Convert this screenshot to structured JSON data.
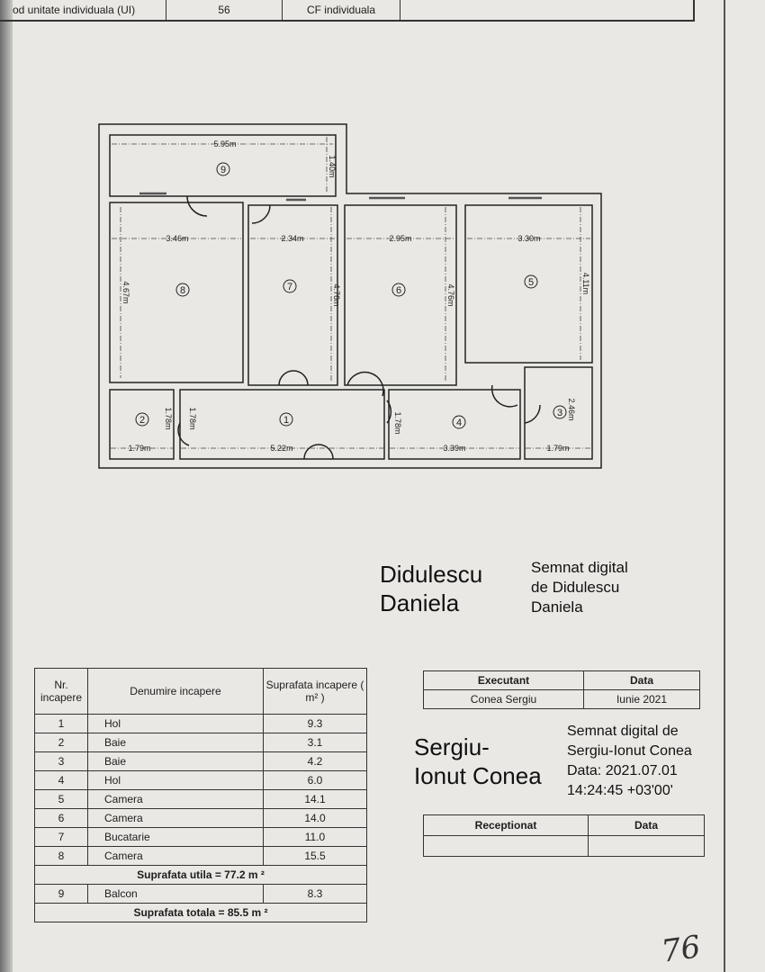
{
  "header_row": {
    "label": "od unitate individuala (UI)",
    "value": "56",
    "cf": "CF individuala",
    "extra": ""
  },
  "plan": {
    "rooms": [
      "1",
      "2",
      "3",
      "4",
      "5",
      "6",
      "7",
      "8",
      "9"
    ],
    "dims": {
      "balcony_w": "5.95m",
      "balcony_h": "1.40m",
      "r8_w": "3.46m",
      "r8_h": "4.67m",
      "r7_w": "2.34m",
      "r7_h": "4.76m",
      "r6_w": "2.95m",
      "r6_h": "4.76m",
      "r5_w": "3.30m",
      "r5_h": "4.11m",
      "r2_w": "1.79m",
      "r2_h": "1.78m",
      "r1_h": "1.78m",
      "r1_w": "5.22m",
      "r4_h": "1.78m",
      "r4_w": "3.39m",
      "r3_w": "1.79m",
      "r3_h": "2.46m"
    }
  },
  "signature1": {
    "name_line1": "Didulescu",
    "name_line2": "Daniela",
    "note_line1": "Semnat digital",
    "note_line2": "de Didulescu",
    "note_line3": "Daniela"
  },
  "signature2": {
    "name_line1": "Sergiu-",
    "name_line2": "Ionut Conea",
    "note_line1": "Semnat digital de",
    "note_line2": "Sergiu-Ionut Conea",
    "note_line3": "Data: 2021.07.01",
    "note_line4": "14:24:45 +03'00'"
  },
  "rooms_table": {
    "headers": [
      "Nr. incapere",
      "Denumire incapere",
      "Suprafata incapere ( m² )"
    ],
    "rows": [
      [
        "1",
        "Hol",
        "9.3"
      ],
      [
        "2",
        "Baie",
        "3.1"
      ],
      [
        "3",
        "Baie",
        "4.2"
      ],
      [
        "4",
        "Hol",
        "6.0"
      ],
      [
        "5",
        "Camera",
        "14.1"
      ],
      [
        "6",
        "Camera",
        "14.0"
      ],
      [
        "7",
        "Bucatarie",
        "11.0"
      ],
      [
        "8",
        "Camera",
        "15.5"
      ]
    ],
    "useful": "Suprafata utila = 77.2 m ²",
    "balcony": [
      "9",
      "Balcon",
      "8.3"
    ],
    "total": "Suprafata totala = 85.5 m ²"
  },
  "executant_table": {
    "headers": [
      "Executant",
      "Data"
    ],
    "values": [
      "Conea Sergiu",
      "Iunie 2021"
    ]
  },
  "receptionat_table": {
    "headers": [
      "Receptionat",
      "Data"
    ],
    "values": [
      "",
      ""
    ]
  },
  "handwriting": "76"
}
